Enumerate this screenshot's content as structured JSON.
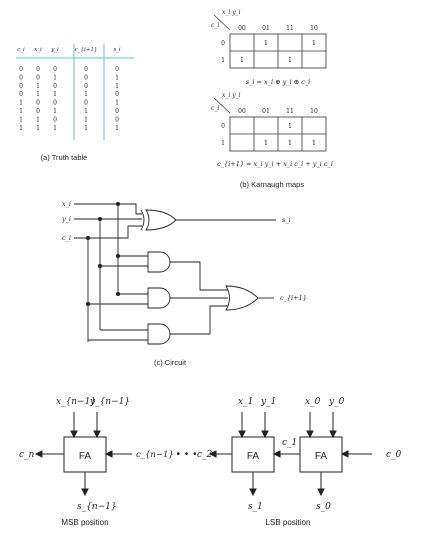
{
  "truth_table": {
    "headers": [
      "c_i",
      "x_i",
      "y_i",
      "c_{i+1}",
      "s_i"
    ],
    "rows": [
      [
        "0",
        "0",
        "0",
        "0",
        "0"
      ],
      [
        "0",
        "0",
        "1",
        "0",
        "1"
      ],
      [
        "0",
        "1",
        "0",
        "0",
        "1"
      ],
      [
        "0",
        "1",
        "1",
        "1",
        "0"
      ],
      [
        "1",
        "0",
        "0",
        "0",
        "1"
      ],
      [
        "1",
        "0",
        "1",
        "1",
        "0"
      ],
      [
        "1",
        "1",
        "0",
        "1",
        "0"
      ],
      [
        "1",
        "1",
        "1",
        "1",
        "1"
      ]
    ],
    "caption": "(a) Truth table",
    "accent_color": "#5cc8cc"
  },
  "kmaps": {
    "corner_top": "x_i y_i",
    "corner_side": "c_i",
    "columns": [
      "00",
      "01",
      "11",
      "10"
    ],
    "rows": [
      "0",
      "1"
    ],
    "sum_map": {
      "cells": [
        [
          "",
          "1",
          "",
          "1"
        ],
        [
          "1",
          "",
          "1",
          ""
        ]
      ],
      "equation": "s_i = x_i ⊕ y_i ⊕ c_i"
    },
    "carry_map": {
      "cells": [
        [
          "",
          "",
          "1",
          ""
        ],
        [
          "",
          "1",
          "1",
          "1"
        ]
      ],
      "equation": "c_{i+1} = x_i y_i + x_i c_i + y_i c_i"
    },
    "caption": "(b) Karnaugh maps"
  },
  "circuit": {
    "inputs": [
      "x_i",
      "y_i",
      "c_i"
    ],
    "sum_output": "s_i",
    "carry_output": "c_{i+1}",
    "caption": "(c) Circuit"
  },
  "ripple": {
    "blocks": [
      {
        "label": "FA",
        "top_a": "x_{n−1}",
        "top_b": "y_{n−1}",
        "left_out": "c_n",
        "right_in": "c_{n−1}",
        "bottom": "s_{n−1}"
      },
      {
        "label": "FA",
        "top_a": "x_1",
        "top_b": "y_1",
        "left_out": "c_2",
        "right_in": "c_1",
        "bottom": "s_1"
      },
      {
        "label": "FA",
        "top_a": "x_0",
        "top_b": "y_0",
        "right_in": "c_0",
        "bottom": "s_0"
      }
    ],
    "ellipsis": "• • •",
    "msb_label": "MSB position",
    "lsb_label": "LSB position"
  }
}
